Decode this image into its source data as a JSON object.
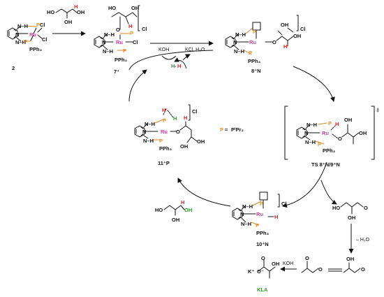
{
  "compounds": {
    "c2": "2",
    "c7": "7⁺",
    "c8": "8⁺N",
    "ts": "TS 8⁺N/9⁺N",
    "c11": "11⁺P",
    "c10": "10⁺N",
    "kla": "KLA"
  },
  "labels": {
    "n": "N",
    "nh": "N–H",
    "p": "P",
    "ru": "Ru",
    "cl": "Cl",
    "pph3": "PPh₃",
    "o": "O",
    "o_minus": "O⁻",
    "h": "H",
    "ho": "HO",
    "oh": "OH",
    "dash": "-",
    "k_plus": "K⁺"
  },
  "reagents": {
    "koh": "KOH",
    "kcl_h2o": "KCl, H₂O",
    "minus_h2o": "– H₂O"
  },
  "legend": {
    "equals": "=",
    "pipr2": "PⁱPr₂"
  },
  "ts": {
    "dagger": "‡"
  }
}
